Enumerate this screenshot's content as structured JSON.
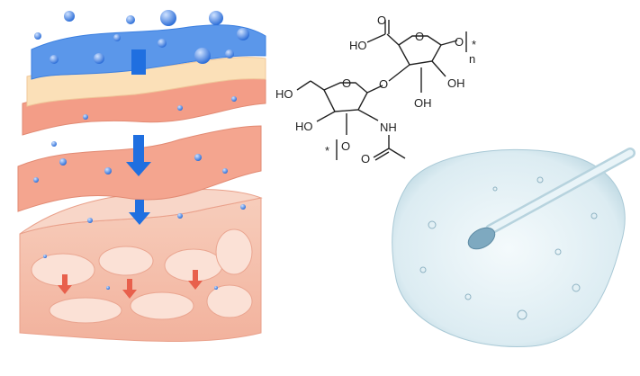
{
  "colors": {
    "water_blue": "#3b7fe0",
    "skin_pink": "#f4a58f",
    "skin_light": "#f9cbb8",
    "dermis": "#f6c4b2",
    "arrow_blue": "#1f6fe0",
    "arrow_red": "#e8604c",
    "serum": "#dfeef3"
  },
  "molecule": {
    "labels": {
      "carbonyl_o": "O",
      "acid_ho": "HO",
      "ring1_o": "O",
      "glyco_o_right": "O",
      "bracket_star_right": "*",
      "repeat_n": "n",
      "oh_right": "OH",
      "oh_bottom": "OH",
      "bridge_o": "O",
      "ring2_o": "O",
      "ho_left": "HO",
      "ho_lower": "HO",
      "nh": "NH",
      "o_lower": "O",
      "bracket_star_left": "*",
      "amide_o": "O"
    }
  }
}
